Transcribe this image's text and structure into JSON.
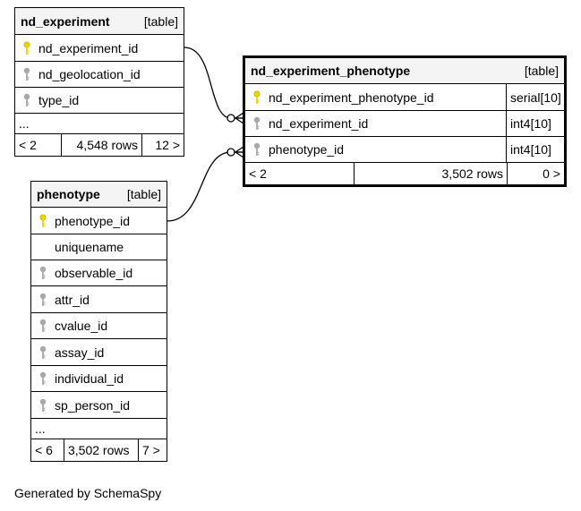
{
  "tables": {
    "nd_experiment": {
      "name": "nd_experiment",
      "tag": "[table]",
      "columns": [
        {
          "name": "nd_experiment_id",
          "key": "primary"
        },
        {
          "name": "nd_geolocation_id",
          "key": "foreign"
        },
        {
          "name": "type_id",
          "key": "foreign"
        }
      ],
      "ellipsis": "...",
      "footer": {
        "prev": "< 2",
        "rows": "4,548 rows",
        "next": "12 >"
      }
    },
    "nd_experiment_phenotype": {
      "name": "nd_experiment_phenotype",
      "tag": "[table]",
      "columns": [
        {
          "name": "nd_experiment_phenotype_id",
          "type": "serial[10]",
          "key": "primary"
        },
        {
          "name": "nd_experiment_id",
          "type": "int4[10]",
          "key": "foreign"
        },
        {
          "name": "phenotype_id",
          "type": "int4[10]",
          "key": "foreign"
        }
      ],
      "footer": {
        "prev": "< 2",
        "rows": "3,502 rows",
        "next": "0 >"
      }
    },
    "phenotype": {
      "name": "phenotype",
      "tag": "[table]",
      "columns": [
        {
          "name": "phenotype_id",
          "key": "primary"
        },
        {
          "name": "uniquename",
          "key": "none"
        },
        {
          "name": "observable_id",
          "key": "foreign"
        },
        {
          "name": "attr_id",
          "key": "foreign"
        },
        {
          "name": "cvalue_id",
          "key": "foreign"
        },
        {
          "name": "assay_id",
          "key": "foreign"
        },
        {
          "name": "individual_id",
          "key": "foreign"
        },
        {
          "name": "sp_person_id",
          "key": "foreign"
        }
      ],
      "ellipsis": "...",
      "footer": {
        "prev": "< 6",
        "rows": "3,502 rows",
        "next": "7 >"
      }
    }
  },
  "colors": {
    "primary_key": "#e6d600",
    "foreign_key": "#a8a8a8",
    "header_bg": "#f4f4f4",
    "line": "#000000"
  },
  "generated_by": "Generated by SchemaSpy"
}
